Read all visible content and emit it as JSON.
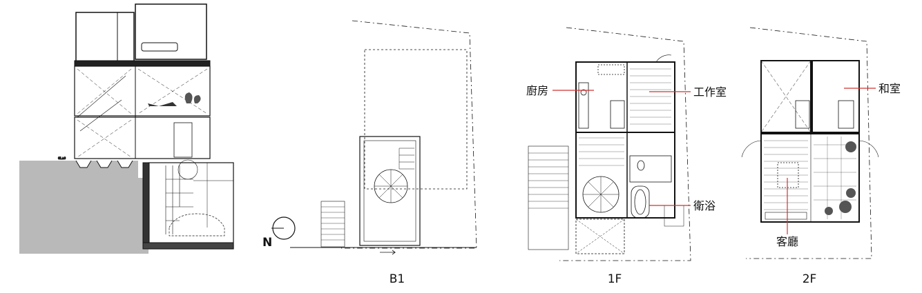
{
  "plans": {
    "b1": {
      "label": "B1"
    },
    "f1": {
      "label": "1F"
    },
    "f2": {
      "label": "2F"
    }
  },
  "north_label": "N",
  "callouts": {
    "kitchen": "廚房",
    "study": "工作室",
    "bath": "衛浴",
    "japanese_room": "和室",
    "living": "客廳"
  },
  "colors": {
    "callout_line": "#d0312d",
    "ground_fill": "#b9b9b9"
  }
}
